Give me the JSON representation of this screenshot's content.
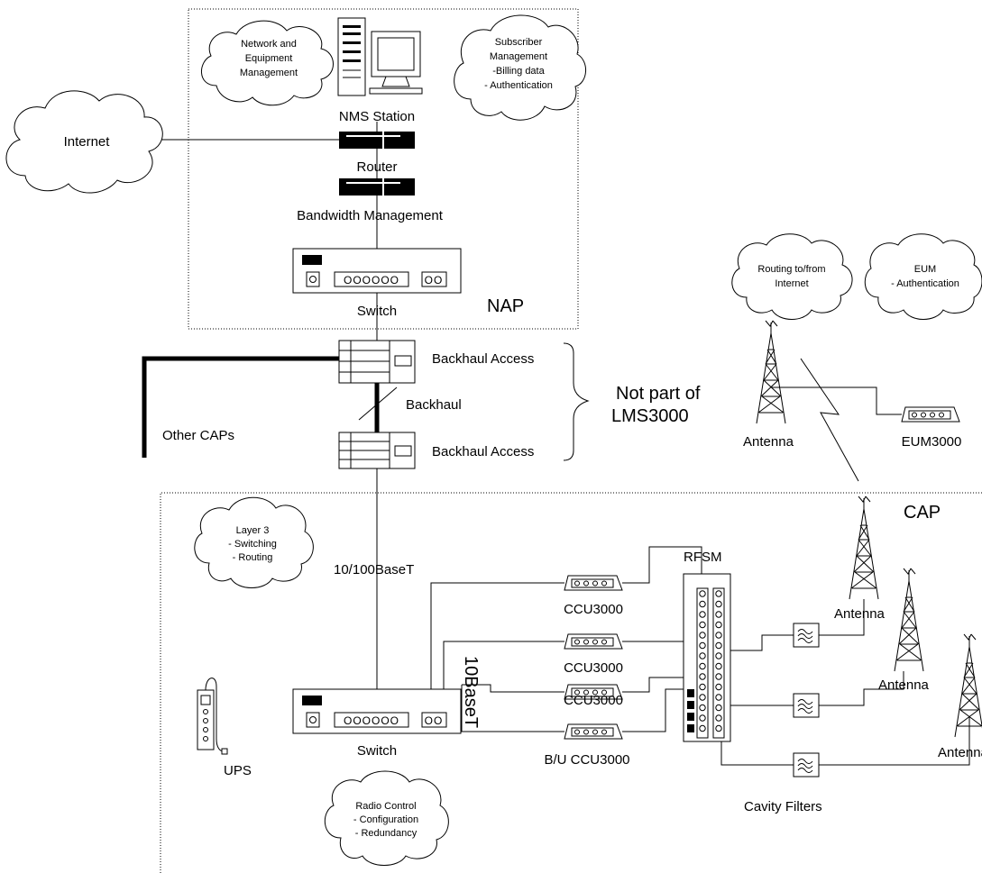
{
  "labels": {
    "nap": "NAP",
    "cap": "CAP",
    "internet": "Internet",
    "nms_station": "NMS Station",
    "router": "Router",
    "bandwidth_management": "Bandwidth Management",
    "switch_top": "Switch",
    "switch_bottom": "Switch",
    "backhaul_access_top": "Backhaul Access",
    "backhaul_access_bottom": "Backhaul Access",
    "backhaul": "Backhaul",
    "other_caps": "Other CAPs",
    "not_part_line1": "Not part of",
    "not_part_line2": "LMS3000",
    "antenna_eum": "Antenna",
    "eum3000": "EUM3000",
    "link_10_100": "10/100BaseT",
    "rfsm": "RFSM",
    "ccu1": "CCU3000",
    "ccu2": "CCU3000",
    "ccu3": "CCU3000",
    "ccu_backup": "B/U CCU3000",
    "ten_base_t": "10BaseT",
    "ups": "UPS",
    "cavity_filters": "Cavity Filters",
    "antenna1": "Antenna",
    "antenna2": "Antenna",
    "antenna3": "Antenna"
  },
  "clouds": {
    "network_mgmt": [
      "Network and",
      "Equipment",
      "Management"
    ],
    "subscriber_mgmt": [
      "Subscriber",
      "Management",
      "-Billing data",
      "- Authentication"
    ],
    "routing": [
      "Routing to/from",
      "Internet"
    ],
    "eum": [
      "EUM",
      "- Authentication"
    ],
    "layer3": [
      "Layer 3",
      "- Switching",
      "- Routing"
    ],
    "radio_control": [
      "Radio Control",
      "- Configuration",
      "- Redundancy"
    ]
  },
  "switch_ports": "OOOOOO",
  "switch_small_ports": "OO"
}
